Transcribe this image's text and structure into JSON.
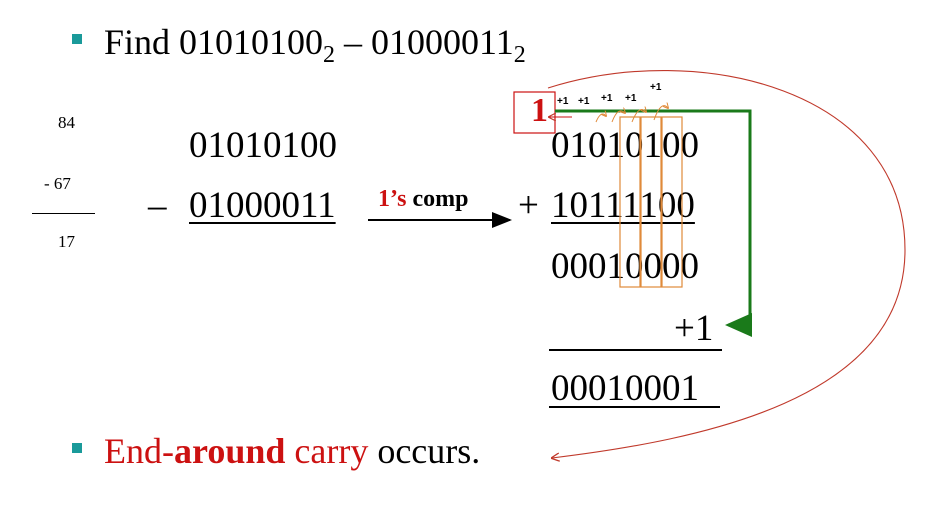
{
  "title": {
    "prefix": "Find ",
    "minuend": "01010100",
    "minuend_base": "2",
    "separator": " – ",
    "subtrahend": "01000011",
    "subtrahend_base": "2"
  },
  "decimal_check": {
    "a": "84",
    "b": "- 67",
    "result": "17"
  },
  "left_operation": {
    "top": "01010100",
    "minus_sign": "–",
    "bottom": "01000011"
  },
  "arrow_label": {
    "part1": "1’s",
    "part2": " comp"
  },
  "right_operation": {
    "carry_out": "1",
    "top": "01010100",
    "plus_sign": "+",
    "bottom": "10111100",
    "partial_sum": "00010000",
    "add_one": "+1",
    "final": "00010001"
  },
  "carries": [
    "+1",
    "+1",
    "+1",
    "+1",
    "+1"
  ],
  "bottom_bullet": {
    "part1": "End-",
    "part2": "around",
    "part3": " carry",
    "part4": " occurs."
  },
  "colors": {
    "bullet": "#1a9a9a",
    "red": "#cc1111",
    "green": "#1a7a1a",
    "orange": "#e08a3a",
    "curve": "#c0392b"
  }
}
